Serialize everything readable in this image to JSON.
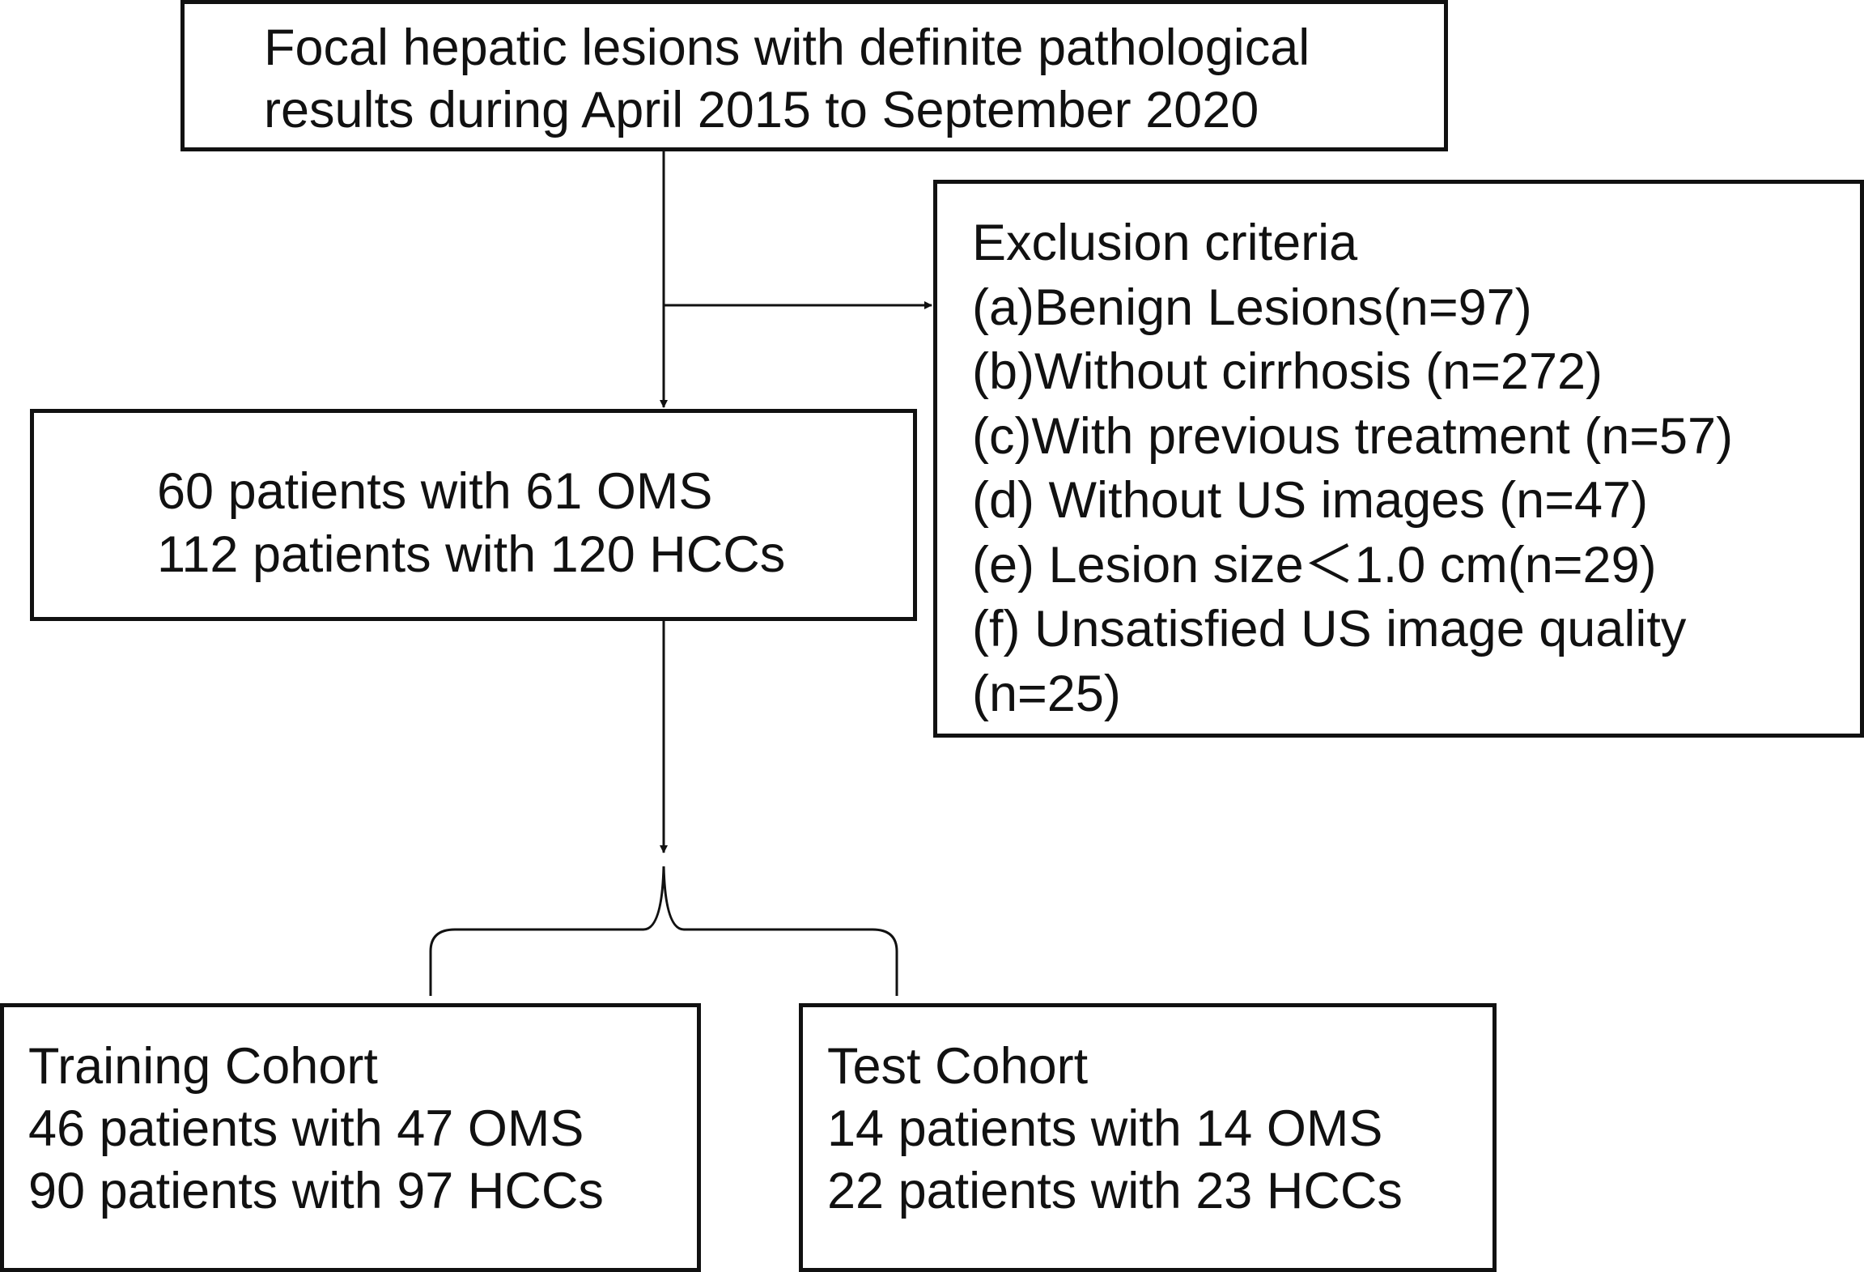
{
  "top_box": {
    "lines": [
      "Focal hepatic lesions with definite pathological",
      "results during April 2015 to September 2020"
    ]
  },
  "exclusion_box": {
    "title": "Exclusion criteria",
    "items": [
      "(a)Benign Lesions(n=97)",
      "(b)Without cirrhosis (n=272)",
      "(c)With previous treatment (n=57)",
      "(d) Without US images (n=47)",
      "(e) Lesion size＜1.0 cm(n=29)",
      "(f) Unsatisfied US image quality",
      "(n=25)"
    ]
  },
  "middle_box": {
    "lines": [
      "60 patients with 61 OMS",
      "112 patients with 120 HCCs"
    ]
  },
  "training_box": {
    "title": "Training Cohort",
    "lines": [
      "46 patients with 47 OMS",
      "90 patients with 97 HCCs"
    ]
  },
  "test_box": {
    "title": "Test Cohort",
    "lines": [
      "14 patients with 14 OMS",
      "22 patients with 23 HCCs"
    ]
  }
}
